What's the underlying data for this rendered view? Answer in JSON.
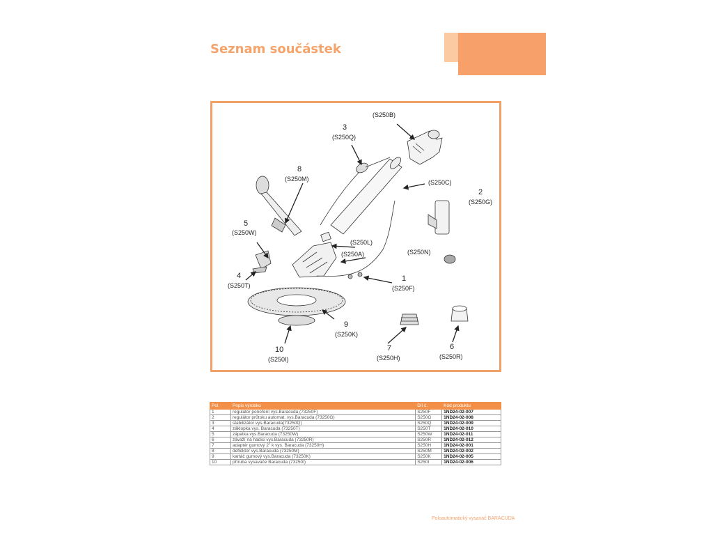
{
  "page": {
    "title": "Seznam součástek",
    "footer": "Poloautomatický vysavač BARACUDA",
    "accent": "#f4a36b",
    "table_header_color": "#f2904a"
  },
  "diagram": {
    "labels": {
      "s250b": "(S250B)",
      "n3": "3",
      "s250q": "(S250Q)",
      "n8": "8",
      "s250m": "(S250M)",
      "s250c": "(S250C)",
      "n2": "2",
      "s250g": "(S250G)",
      "n5": "5",
      "s250w": "(S250W)",
      "s250l": "(S250L)",
      "s250a": "(S250A)",
      "s250n": "(S250N)",
      "n4": "4",
      "s250t": "(S250T)",
      "n1": "1",
      "s250f": "(S250F)",
      "n9": "9",
      "s250k": "(S250K)",
      "n10": "10",
      "s250i": "(S250I)",
      "n7": "7",
      "s250h": "(S250H)",
      "n6": "6",
      "s250r": "(S250R)"
    }
  },
  "table": {
    "headers": [
      "Pol.",
      "Popis výrobku",
      "Díl č.",
      "Kód produktu"
    ],
    "rows": [
      [
        "1",
        "regulátor ponoření vys.Baracuda (73250F)",
        "S250F",
        "1ND24-02-007"
      ],
      [
        "2",
        "regulátor průtoku automat. vys.Baracuda (73250G)",
        "S250G",
        "1ND24-02-008"
      ],
      [
        "3",
        "stabilizátor vys.Baracuda(73250Q)",
        "S250Q",
        "1ND24-02-009"
      ],
      [
        "4",
        "záklopka vys. Baracuda (73250T)",
        "S250T",
        "1ND24-02-010"
      ],
      [
        "5",
        "zápatka vys.Baracuda (73250W)",
        "S250W",
        "1ND24-02-011"
      ],
      [
        "6",
        "závaží na hadici vys.Baracuda (73250R)",
        "S250R",
        "1ND24-02-012"
      ],
      [
        "7",
        "adaptér gumový 2\" k vys. Baracuda (73250H)",
        "S250H",
        "1ND24-02-001"
      ],
      [
        "8",
        "deflektor vys.Baracuda (73250M)",
        "S250M",
        "1ND24-02-002"
      ],
      [
        "9",
        "kartáč gumový vys.Baracuda (73250K)",
        "S250K",
        "1ND24-02-005"
      ],
      [
        "10",
        "příruba vysavače Baracuda (73250I)",
        "S250I",
        "1ND24-02-006"
      ]
    ]
  }
}
